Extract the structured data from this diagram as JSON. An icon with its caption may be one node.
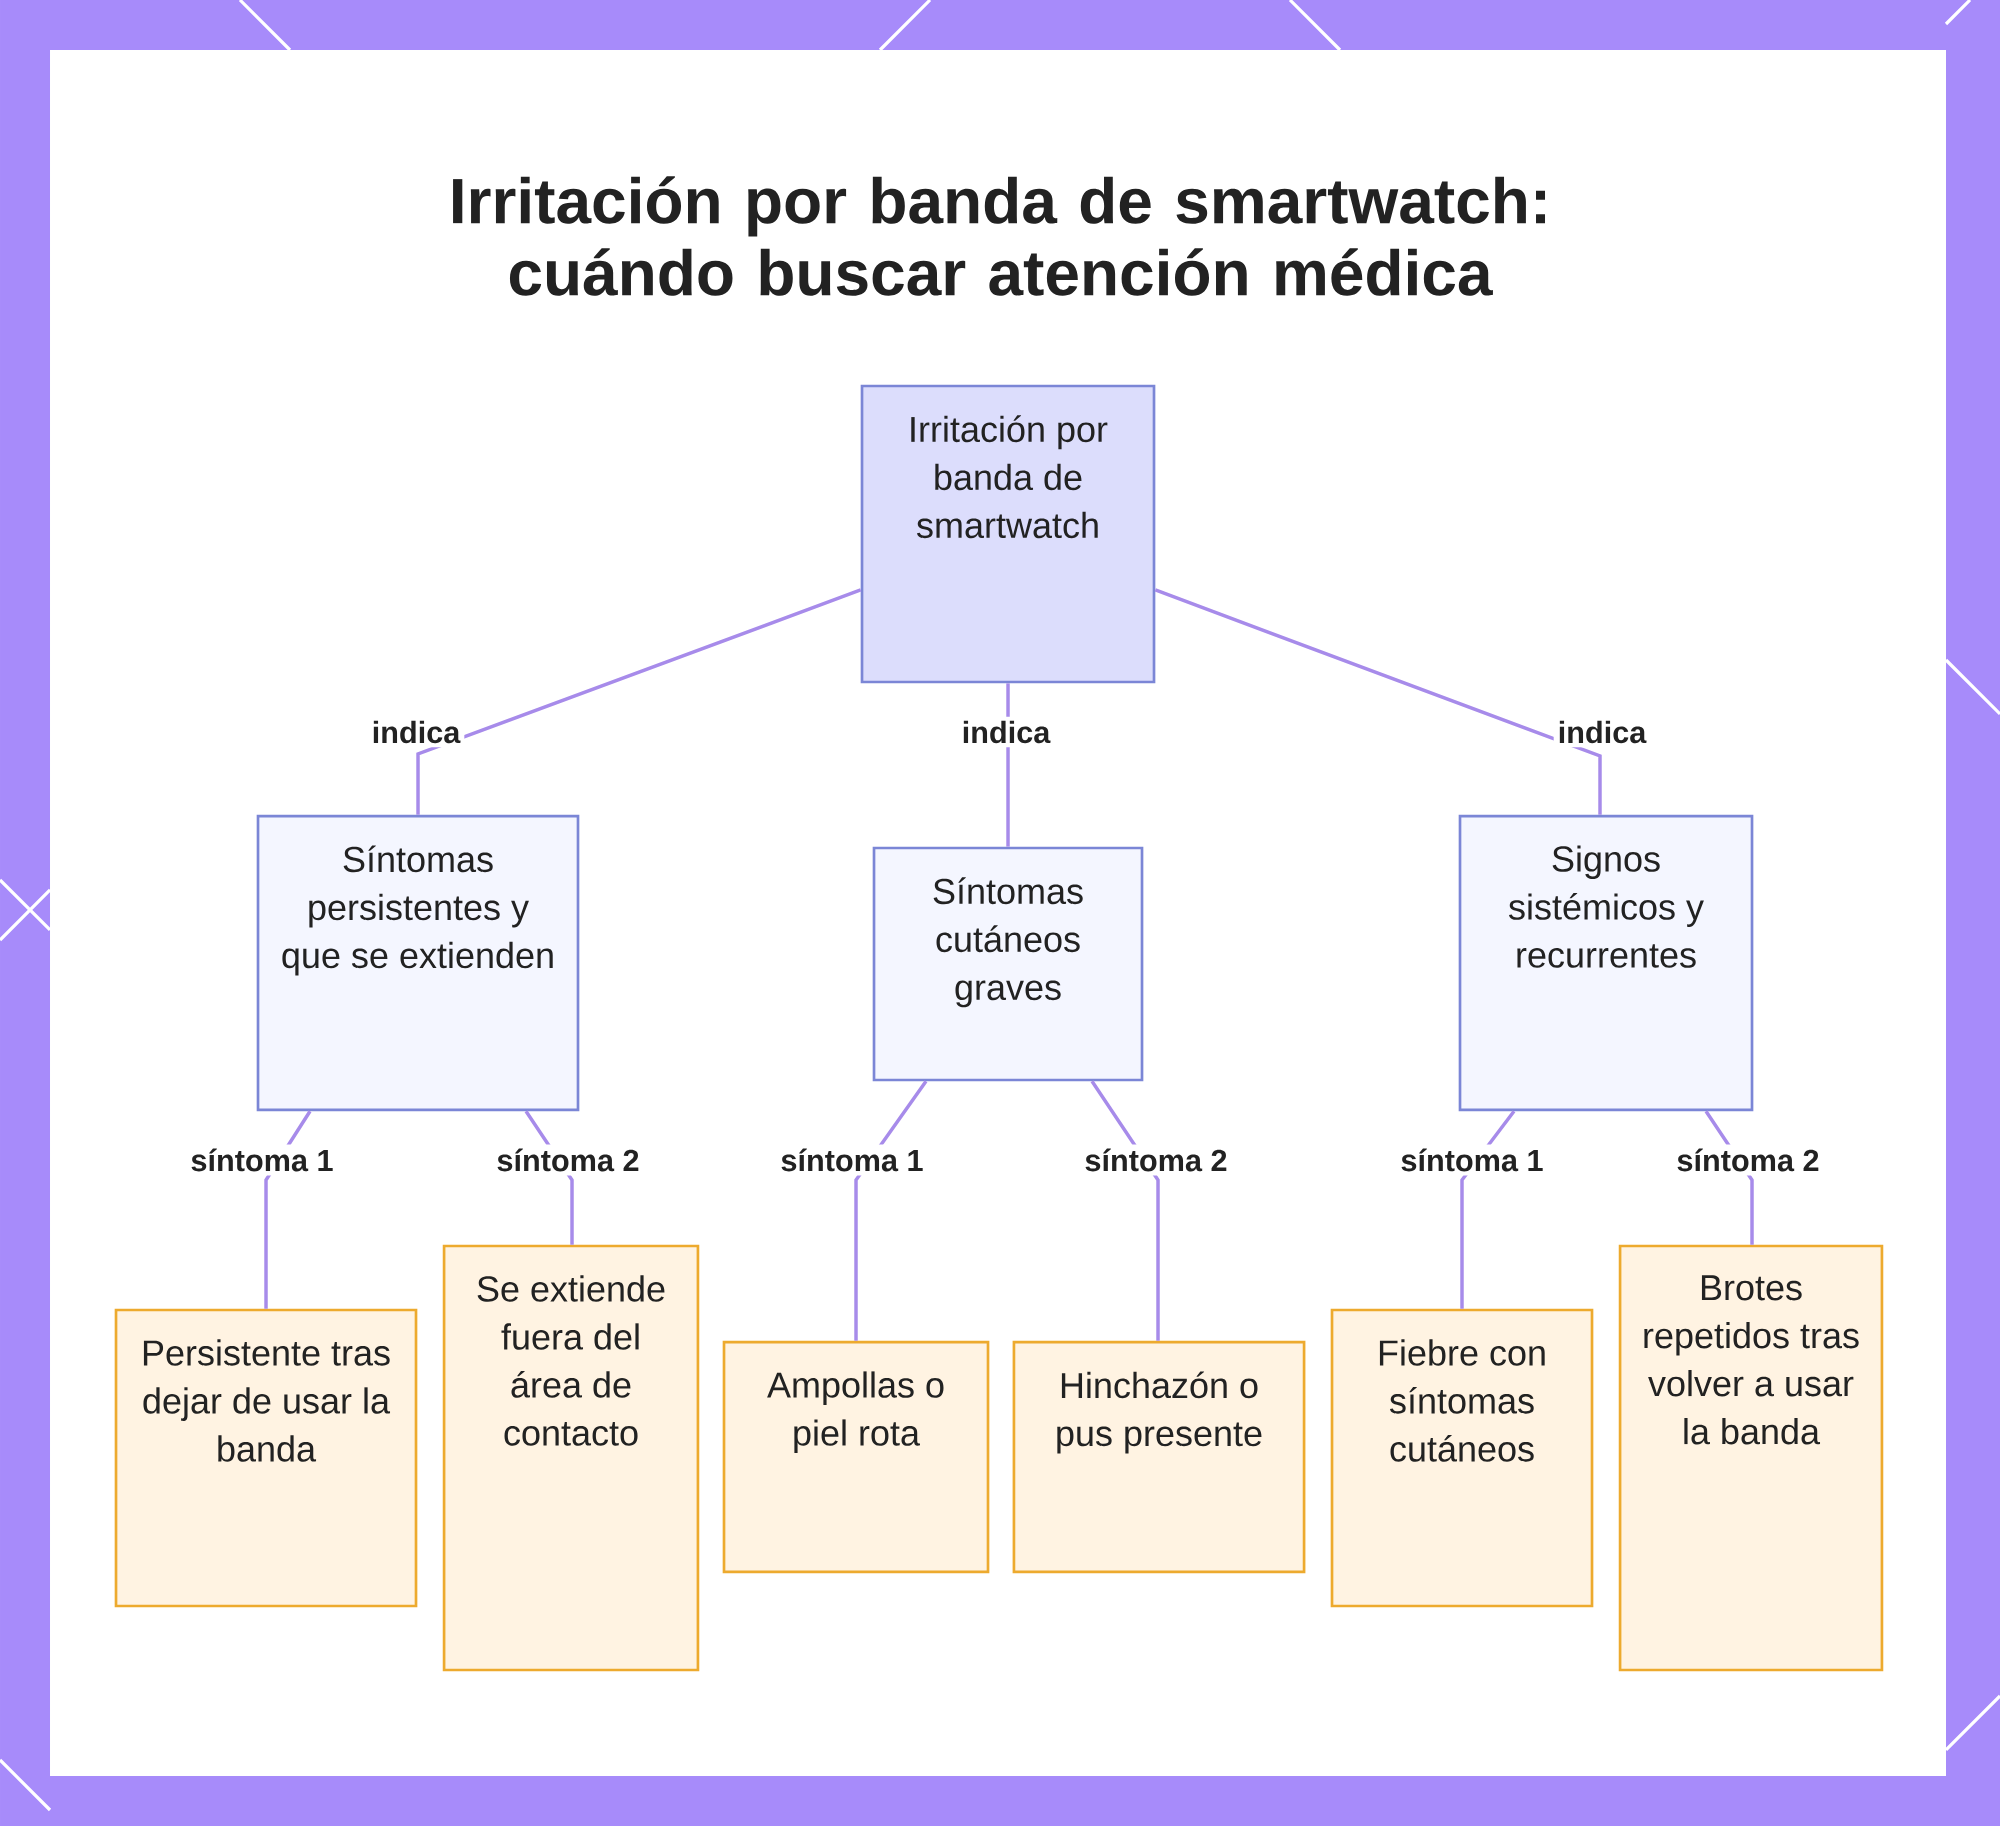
{
  "diagram": {
    "title": "Irritación por banda de smartwatch: cuándo buscar atención médica",
    "nodes": [
      {
        "text": [
          "Irritación por banda de smartwatch"
        ]
      },
      {
        "text": [
          "Síntomas persistentes y que se extienden"
        ]
      },
      {
        "text": [
          "Síntomas cutáneos graves"
        ]
      },
      {
        "text": [
          "Signos sistémicos y recurrentes"
        ]
      },
      {
        "text": [
          "Persistente tras dejar de usar la banda"
        ]
      },
      {
        "text": [
          "Se extiende fuera del área de contacto"
        ]
      },
      {
        "text": [
          "Ampollas o piel rota"
        ]
      },
      {
        "text": [
          "Hinchazón o pus presente"
        ]
      },
      {
        "text": [
          "Fiebre con síntomas cutáneos"
        ]
      },
      {
        "text": [
          "Brotes repetidos tras volver a usar la banda"
        ]
      }
    ],
    "edges": [
      {
        "from": 0,
        "to": 1,
        "arrow": "none",
        "label": "indica"
      },
      {
        "from": 0,
        "to": 2,
        "arrow": "none",
        "label": "indica"
      },
      {
        "from": 0,
        "to": 3,
        "arrow": "none",
        "label": "indica"
      },
      {
        "from": 1,
        "to": 4,
        "arrow": "none",
        "label": "síntoma 1"
      },
      {
        "from": 1,
        "to": 5,
        "arrow": "none",
        "label": "síntoma 2"
      },
      {
        "from": 2,
        "to": 6,
        "arrow": "none",
        "label": "síntoma 1"
      },
      {
        "from": 2,
        "to": 7,
        "arrow": "none",
        "label": "síntoma 2"
      },
      {
        "from": 3,
        "to": 8,
        "arrow": "none",
        "label": "síntoma 1"
      },
      {
        "from": 3,
        "to": 9,
        "arrow": "none",
        "label": "síntoma 2"
      }
    ]
  }
}
